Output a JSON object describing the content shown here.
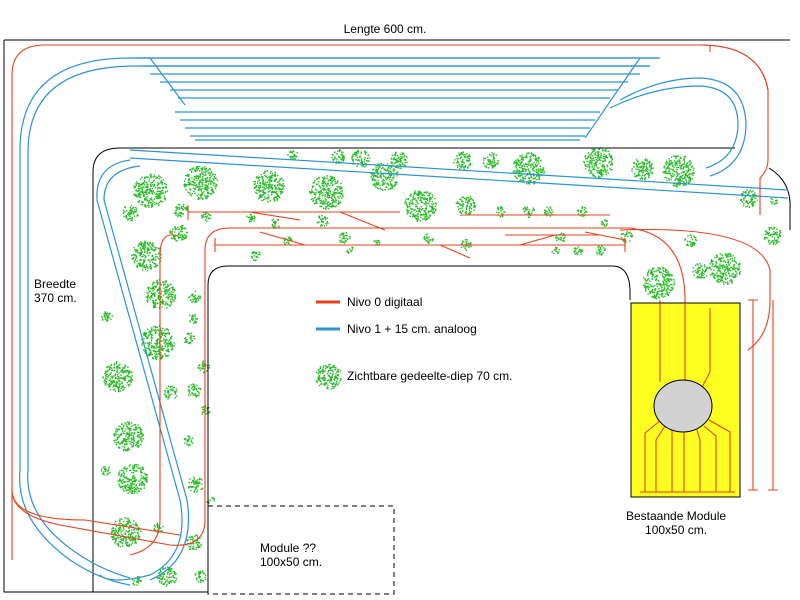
{
  "labels": {
    "length": "Lengte 600 cm.",
    "width_line1": "Breedte",
    "width_line2": "370 cm.",
    "module_new_line1": "Module ??",
    "module_new_line2": "100x50 cm.",
    "module_existing_line1": "Bestaande Module",
    "module_existing_line2": "100x50 cm."
  },
  "legend": {
    "items": [
      {
        "key": "red",
        "text": "Nivo 0 digitaal",
        "color": "#e8401c"
      },
      {
        "key": "blue",
        "text": "Nivo 1  + 15 cm.  analoog",
        "color": "#2a94d6"
      },
      {
        "key": "trees",
        "text": "Zichtbare gedeelte-diep 70 cm.",
        "color": "#22bb22"
      }
    ]
  },
  "colors": {
    "track_red": "#e8401c",
    "track_blue": "#2a94d6",
    "module_fill": "#ffff22",
    "turntable_fill": "#d2d2d2",
    "tree": "#22bb22",
    "wall": "#000000"
  }
}
